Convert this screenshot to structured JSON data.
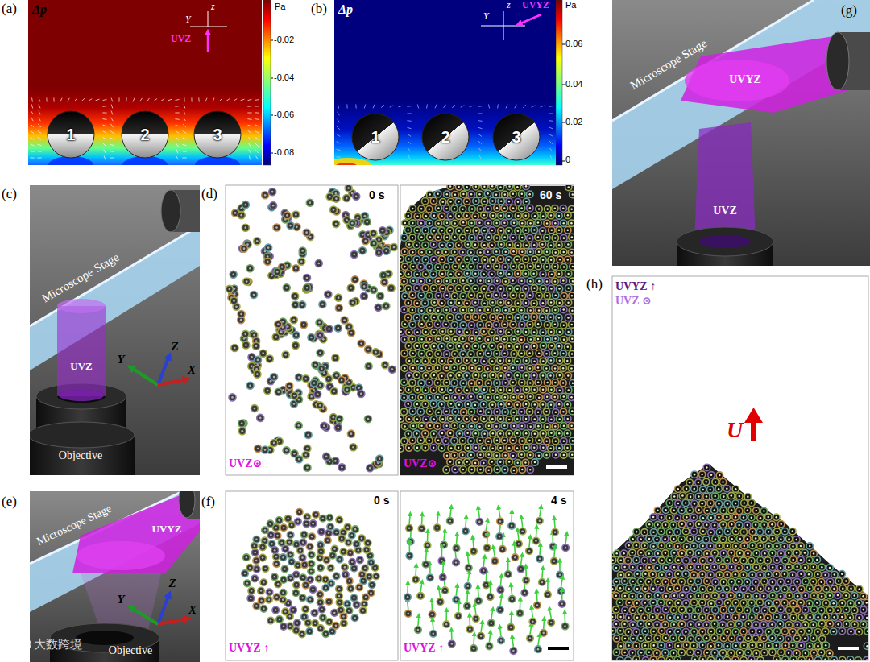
{
  "diagram": {
    "nodes": [
      {
        "text": [
          "1"
        ]
      },
      {
        "text": [
          "2"
        ]
      },
      {
        "text": [
          "3"
        ]
      },
      {
        "text": [
          "1"
        ]
      },
      {
        "text": [
          "2"
        ]
      },
      {
        "text": [
          "3"
        ]
      }
    ],
    "labels": [
      "(a)",
      "Δp",
      "Pa",
      "-0.02",
      "-0.04",
      "-0.06",
      "-0.08",
      "z",
      "Y",
      "UVZ",
      "(b)",
      "Δp",
      "Pa",
      "0.06",
      "0.04",
      "0.02",
      "0",
      "z",
      "Y",
      "UVYZ",
      "(c)",
      "Microscope Stage",
      "UVZ",
      "Z",
      "Y",
      "X",
      "Objective",
      "(d)",
      "0 s",
      "60 s",
      "UVZ⊙",
      "UVZ⊙",
      "(e)",
      "Microscope Stage",
      "UVYZ",
      "Z",
      "Y",
      "X",
      "Objective",
      "(f)",
      "0 s",
      "4 s",
      "UVYZ ↑",
      "UVYZ ↑",
      "(g)",
      "Microscope Stage",
      "UVYZ",
      "UVZ",
      "(h)",
      "UVYZ ↑",
      "UVZ ⊙",
      "U",
      "大数跨境"
    ]
  }
}
